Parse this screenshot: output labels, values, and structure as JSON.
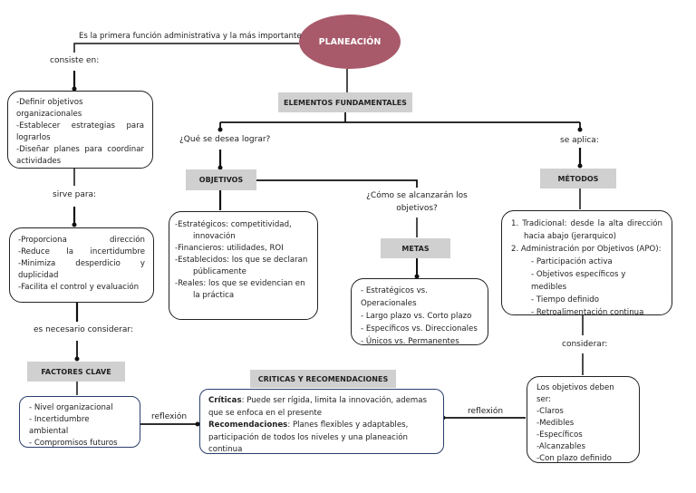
{
  "title": "PLANEACIÓN",
  "colors": {
    "title_ellipse": "#a85a6a",
    "header_boxes": "#d0d0d0",
    "blue_border": "#2b3f6b"
  },
  "left_branch": {
    "intro": "Es la primera función administrativa y la más importante",
    "connector_1": "consiste en:",
    "box_1": [
      "-Definir objetivos organizacionales",
      "-Establecer estrategias para lograrlos",
      "-Diseñar planes para coordinar actividades"
    ],
    "connector_2": "sirve para:",
    "box_2": [
      "-Proporciona dirección",
      "-Reduce la incertidumbre",
      "-Minimiza desperdicio y duplicidad",
      "-Facilita el control y evaluación"
    ],
    "connector_3": "es necesario considerar:",
    "factores_header": "FACTORES CLAVE",
    "factores_items": [
      "- Nivel organizacional",
      "- Incertidumbre ambiental",
      "- Compromisos futuros"
    ],
    "reflexion_left": "reflexión"
  },
  "elementos": {
    "header": "ELEMENTOS FUNDAMENTALES",
    "question_1": "¿Qué se desea lograr?",
    "objetivos_header": "OBJETIVOS",
    "objetivos_items": [
      {
        "main": "-Estratégicos: competitividad,",
        "cont": "innovación"
      },
      {
        "main": "-Financieros: utilidades, ROI",
        "cont": ""
      },
      {
        "main": "-Establecidos: los que se declaran",
        "cont": "públicamente"
      },
      {
        "main": "-Reales: los que se evidencian en",
        "cont": "la práctica"
      }
    ],
    "question_2": "¿Cómo se alcanzarán los objetivos?",
    "metas_header": "METAS",
    "metas_items": [
      "- Estratégicos vs. Operacionales",
      "- Largo plazo vs. Corto plazo",
      "- Específicos vs. Direccionales",
      "- Únicos vs. Permanentes"
    ],
    "applies": "se aplica:",
    "metodos_header": "MÉTODOS",
    "metodos_1": "1. Tradicional: desde la alta dirección",
    "metodos_1_cont": "hacia abajo (jerarquico)",
    "metodos_2": "2. Administración por Objetivos (APO):",
    "metodos_2_items": [
      "- Participación activa",
      "- Objetivos específicos y medibles",
      "- Tiempo definido",
      "- Retroalimentación continua"
    ],
    "connector_considerar": "considerar:",
    "objetivos_deben_intro": "Los objetivos deben ser:",
    "objetivos_deben_items": [
      "-Claros",
      "-Medibles",
      "-Específicos",
      "-Alcanzables",
      "-Con plazo definido"
    ],
    "reflexion_right": "reflexión"
  },
  "criticas": {
    "header": "CRITICAS Y RECOMENDACIONES",
    "criticas_label": "Críticas",
    "criticas_text": ": Puede ser rígida, limita la innovación, ademas que se enfoca en el presente",
    "recomendaciones_label": "Recomendaciones",
    "recomendaciones_text": ": Planes flexibles y adaptables, participación de todos los niveles y una planeación continua"
  }
}
